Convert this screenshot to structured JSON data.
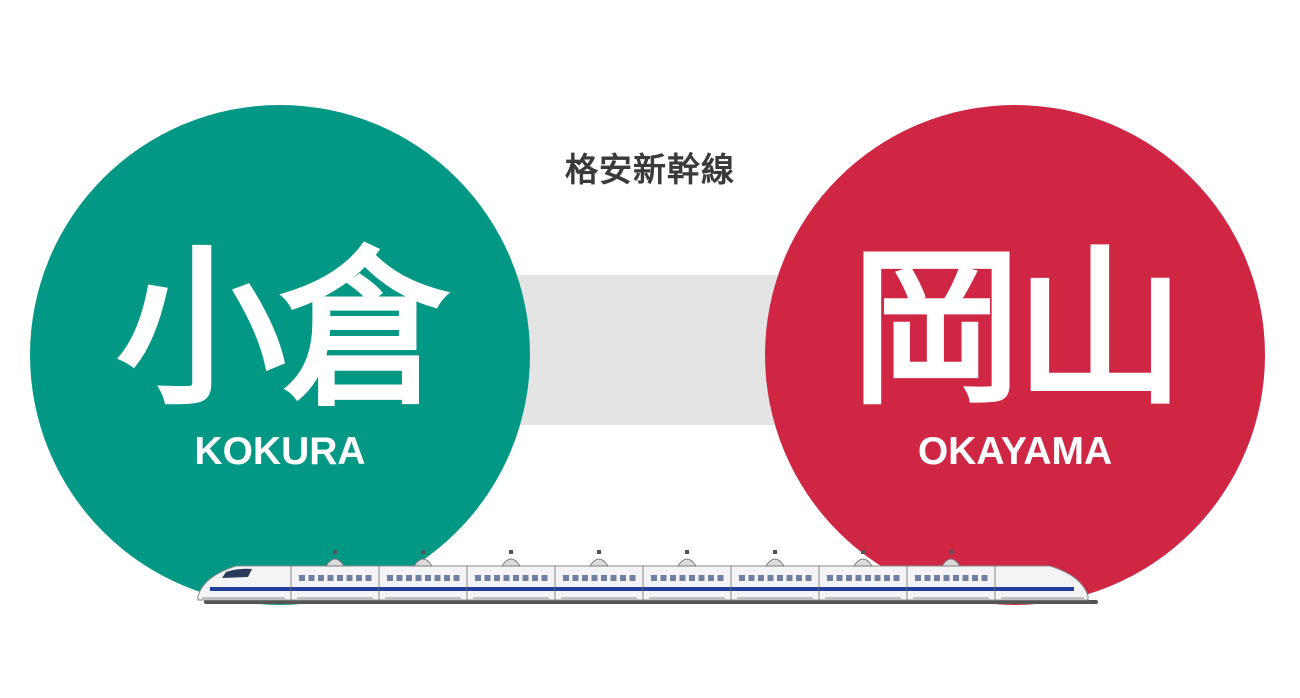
{
  "headline": "格安新幹線",
  "origin": {
    "kanji": "小倉",
    "roman": "KOKURA",
    "color": "#039886"
  },
  "destination": {
    "kanji": "岡山",
    "roman": "OKAYAMA",
    "color": "#cf2743"
  },
  "connector_color": "#e4e4e4",
  "train": {
    "icon": "shinkansen-train-icon",
    "cars": 10
  }
}
